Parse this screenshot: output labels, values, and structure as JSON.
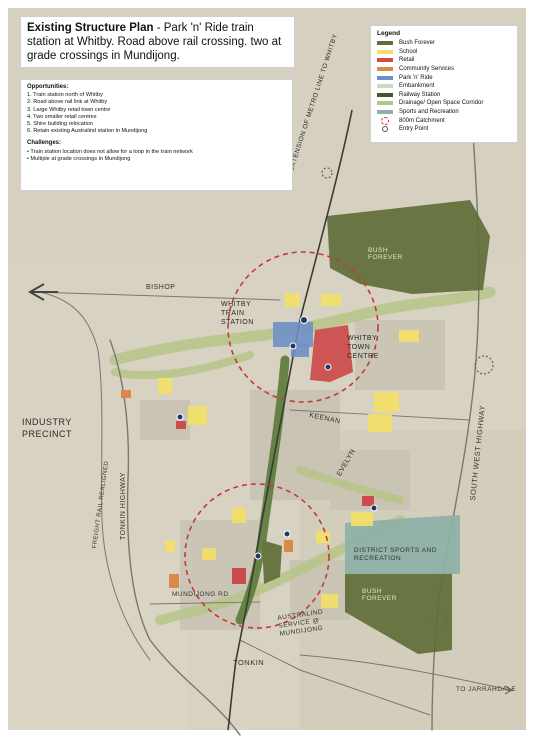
{
  "title": {
    "bold": "Existing Structure Plan",
    "rest": " - Park 'n' Ride train station at Whitby. Road above rail crossing. two at grade crossings in Mundijong."
  },
  "opportunities": {
    "heading": "Opportunities:",
    "items": [
      "1.   Train station north of Whitby",
      "2.   Road above rail link at Whitby",
      "3.   Large Whitby retail town centre",
      "4.   Two smaller retail centres",
      "5.   Shire building relocation",
      "6.   Retain existing Australind station in Mundijong"
    ]
  },
  "challenges": {
    "heading": "Challenges:",
    "items": [
      "•   Train station location does not allow for a loop in the train network",
      "•   Multiple at grade crossings in Mundijong"
    ]
  },
  "legend": {
    "heading": "Legend",
    "items": [
      {
        "label": "Bush Forever",
        "color": "#5f6e38",
        "kind": "swatch"
      },
      {
        "label": "School",
        "color": "#f2df6a",
        "kind": "swatch"
      },
      {
        "label": "Retail",
        "color": "#cc4b4b",
        "kind": "swatch"
      },
      {
        "label": "Community Services",
        "color": "#d98a4a",
        "kind": "swatch"
      },
      {
        "label": "Park 'n' Ride",
        "color": "#6f8fc6",
        "kind": "swatch"
      },
      {
        "label": "Embankment",
        "color": "#cfd8c0",
        "kind": "swatch"
      },
      {
        "label": "Railway Station",
        "color": "#3f5a2c",
        "kind": "swatch"
      },
      {
        "label": "Drainage/ Open Space Corridor",
        "color": "#b7c488",
        "kind": "swatch"
      },
      {
        "label": "Sports and Recreation",
        "color": "#8fb1a6",
        "kind": "swatch"
      },
      {
        "label": "800m Catchment",
        "color": "#c43a36",
        "kind": "circle"
      },
      {
        "label": "Entry Point",
        "color": "#555555",
        "kind": "dot"
      }
    ]
  },
  "map_labels": {
    "bishop": "BISHOP",
    "whitby_station": "WHITBY TRAIN STATION",
    "whitby_centre": "WHITBY TOWN CENTRE",
    "metro_line": "EXTENSION OF METRO LINE TO WHITBY",
    "bush_forever_north": "BUSH FOREVER",
    "industry": "INDUSTRY PRECINCT",
    "tonkin_hwy": "TONKIN HIGHWAY",
    "freight_rail": "FREIGHT RAIL REALIGNED",
    "keenan": "KEENAN",
    "south_west_hwy": "SOUTH WEST HIGHWAY",
    "evelyn": "EVELYN",
    "district_sports": "DISTRICT SPORTS AND RECREATION",
    "bush_forever_south": "BUSH FOREVER",
    "mundijong_rd": "MUNDIJONG RD",
    "australind": "AUSTRALIND SERVICE @ MUNDIJONG",
    "tonkin": "TONKIN",
    "jarrahdale": "TO JARRAHDALE"
  },
  "colors": {
    "background": "#d9d3c4",
    "bush_forever": "#5f6e38",
    "school": "#f2df6a",
    "retail": "#cc4b4b",
    "community": "#d98a4a",
    "park_n_ride": "#6f8fc6",
    "corridor": "#b7c488",
    "sports": "#8fb1a6",
    "catchment": "#c43a36"
  }
}
